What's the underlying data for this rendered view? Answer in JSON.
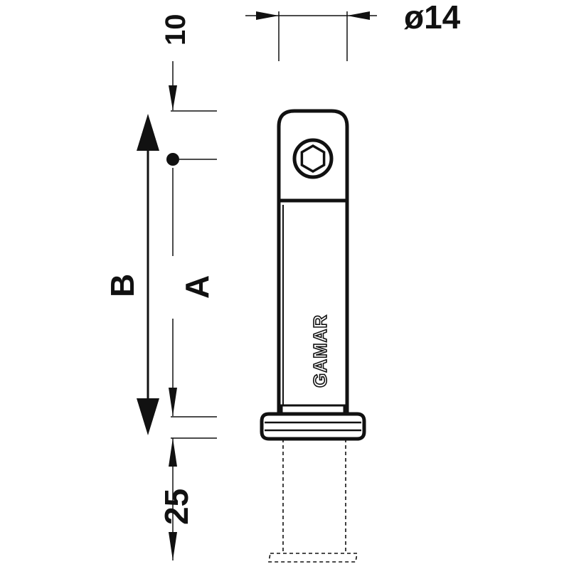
{
  "dimensions": {
    "diameter_label": "ø14",
    "top_label": "10",
    "b_label": "B",
    "a_label": "A",
    "bottom_label": "25"
  },
  "part": {
    "brand_text": "GAMAR"
  }
}
